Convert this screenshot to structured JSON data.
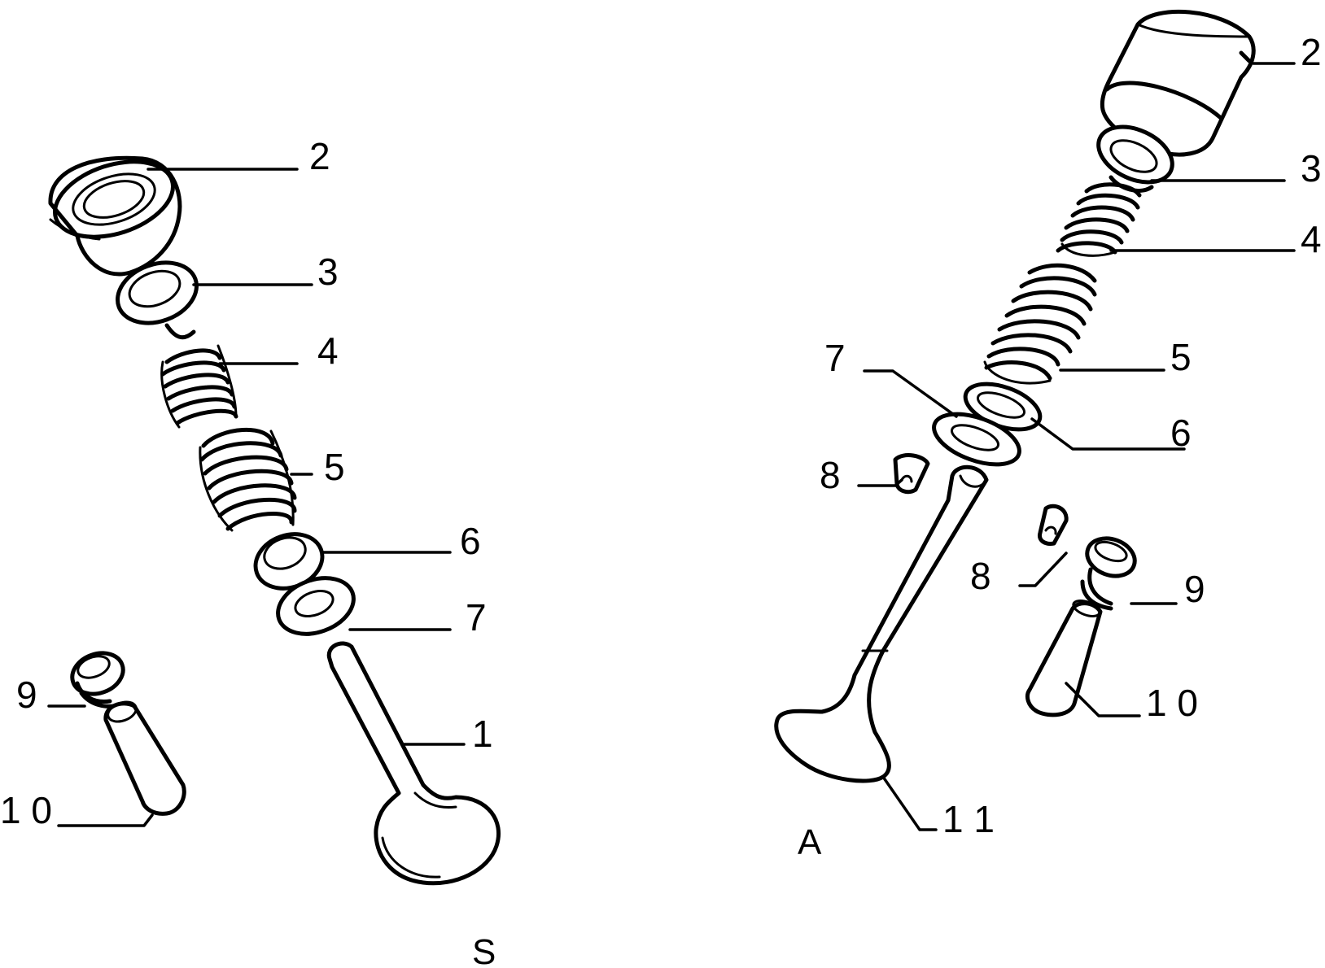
{
  "diagram": {
    "left_assembly": {
      "side_label": "S",
      "callouts": {
        "c1": "1",
        "c2": "2",
        "c3": "3",
        "c4": "4",
        "c5": "5",
        "c6": "6",
        "c7": "7",
        "c9": "9",
        "c10": "1 0"
      }
    },
    "right_assembly": {
      "side_label": "A",
      "callouts": {
        "c2": "2",
        "c3": "3",
        "c4": "4",
        "c5": "5",
        "c6": "6",
        "c7": "7",
        "c8a": "8",
        "c8b": "8",
        "c9": "9",
        "c10": "1 0",
        "c11": "1 1"
      }
    },
    "parts": [
      {
        "id": "valve-exhaust",
        "callout": "1"
      },
      {
        "id": "tappet-bucket",
        "callout": "2"
      },
      {
        "id": "spring-retainer",
        "callout": "3"
      },
      {
        "id": "inner-valve-spring",
        "callout": "4"
      },
      {
        "id": "outer-valve-spring",
        "callout": "5"
      },
      {
        "id": "lower-spring-seat",
        "callout": "6"
      },
      {
        "id": "spring-washer",
        "callout": "7"
      },
      {
        "id": "valve-collet",
        "callout": "8"
      },
      {
        "id": "valve-stem-seal",
        "callout": "9"
      },
      {
        "id": "valve-guide",
        "callout": "10"
      },
      {
        "id": "valve-intake",
        "callout": "11"
      }
    ]
  }
}
